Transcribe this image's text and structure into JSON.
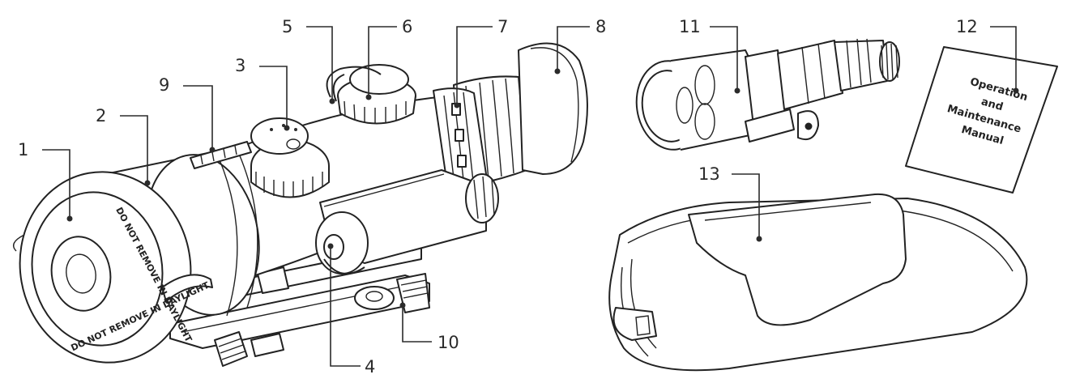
{
  "callouts": [
    {
      "id": "1",
      "label": "1"
    },
    {
      "id": "2",
      "label": "2"
    },
    {
      "id": "3",
      "label": "3"
    },
    {
      "id": "4",
      "label": "4"
    },
    {
      "id": "5",
      "label": "5"
    },
    {
      "id": "6",
      "label": "6"
    },
    {
      "id": "7",
      "label": "7"
    },
    {
      "id": "8",
      "label": "8"
    },
    {
      "id": "9",
      "label": "9"
    },
    {
      "id": "10",
      "label": "10"
    },
    {
      "id": "11",
      "label": "11"
    },
    {
      "id": "12",
      "label": "12"
    },
    {
      "id": "13",
      "label": "13"
    }
  ],
  "lens_cap_text": {
    "upper": "DO NOT REMOVE IN DAYLIGHT",
    "lower": "DO NOT REMOVE IN DAYLIGHT"
  },
  "manual": {
    "line1": "Operation",
    "line2": "and",
    "line3": "Maintenance",
    "line4": "Manual"
  }
}
